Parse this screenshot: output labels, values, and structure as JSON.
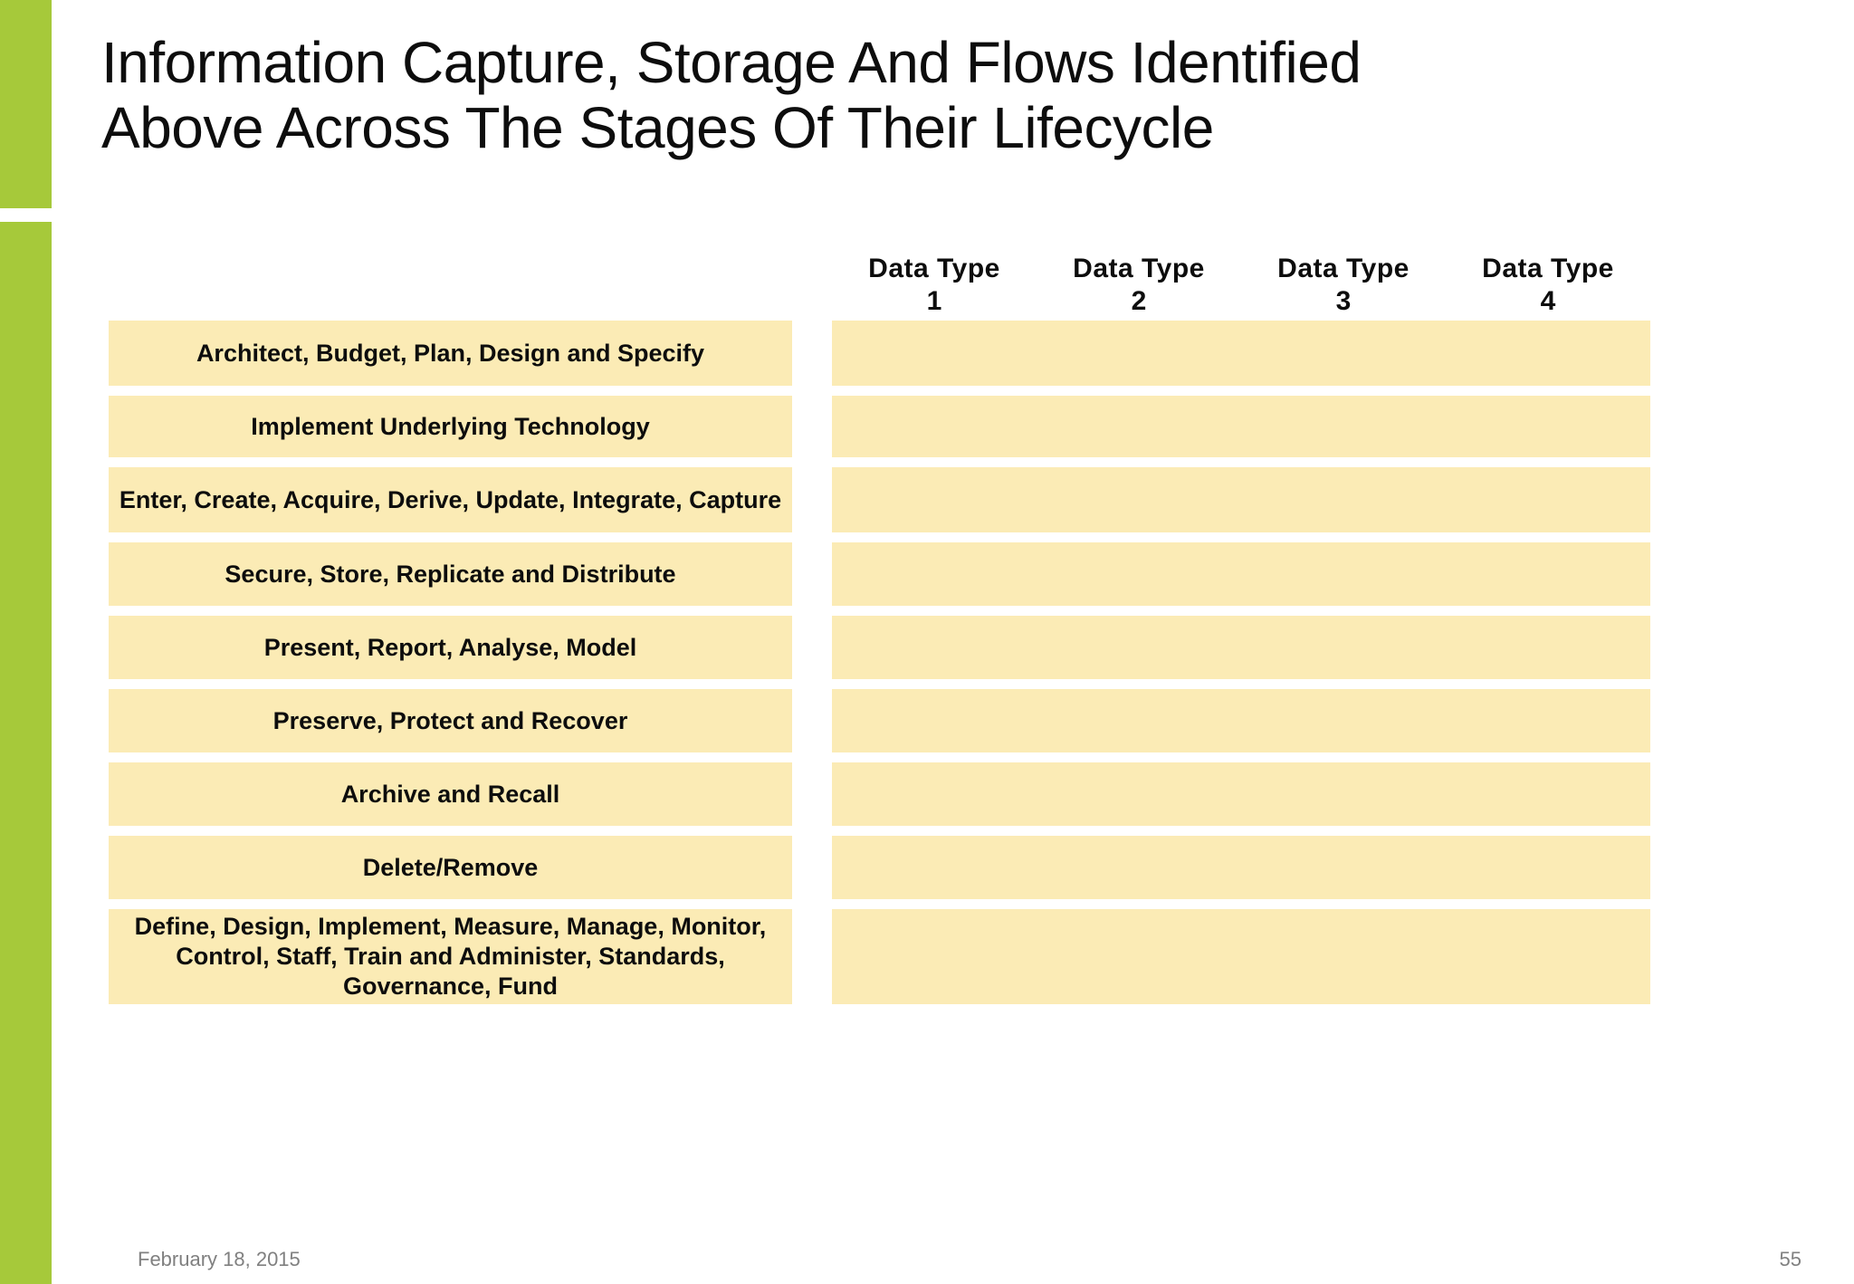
{
  "slide": {
    "title_line_1": "Information Capture, Storage And Flows Identified",
    "title_line_2": "Above Across The Stages Of Their Lifecycle",
    "accent_color": "#A6C93A",
    "cell_color": "#FBEBB5"
  },
  "matrix": {
    "column_headers": [
      {
        "line1": "Data  Type",
        "line2": "1"
      },
      {
        "line1": "Data  Type",
        "line2": "2"
      },
      {
        "line1": "Data  Type",
        "line2": "3"
      },
      {
        "line1": "Data  Type",
        "line2": "4"
      }
    ],
    "rows": [
      {
        "label": "Architect, Budget, Plan, Design and Specify",
        "cells": [
          "",
          "",
          "",
          ""
        ]
      },
      {
        "label": "Implement Underlying Technology",
        "cells": [
          "",
          "",
          "",
          ""
        ]
      },
      {
        "label": "Enter, Create, Acquire, Derive, Update, Integrate, Capture",
        "cells": [
          "",
          "",
          "",
          ""
        ]
      },
      {
        "label": "Secure, Store, Replicate and Distribute",
        "cells": [
          "",
          "",
          "",
          ""
        ]
      },
      {
        "label": "Present, Report, Analyse, Model",
        "cells": [
          "",
          "",
          "",
          ""
        ]
      },
      {
        "label": "Preserve, Protect and Recover",
        "cells": [
          "",
          "",
          "",
          ""
        ]
      },
      {
        "label": "Archive and Recall",
        "cells": [
          "",
          "",
          "",
          ""
        ]
      },
      {
        "label": "Delete/Remove",
        "cells": [
          "",
          "",
          "",
          ""
        ]
      },
      {
        "label": "Define, Design, Implement, Measure, Manage, Monitor, Control, Staff, Train and Administer, Standards, Governance, Fund",
        "cells": [
          "",
          "",
          "",
          ""
        ]
      }
    ]
  },
  "footer": {
    "date": "February 18, 2015",
    "page_number": "55"
  }
}
